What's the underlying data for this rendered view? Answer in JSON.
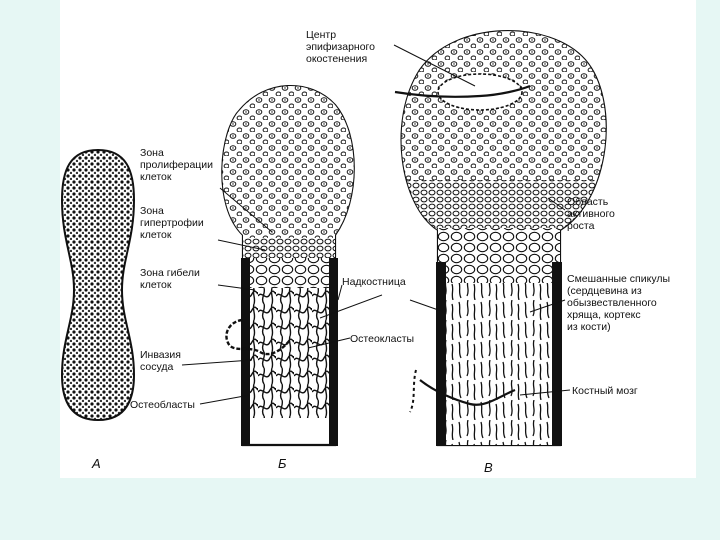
{
  "colors": {
    "background": "#e6f7f4",
    "panel": "#ffffff",
    "ink": "#111111"
  },
  "figures": {
    "a": {
      "letter": "А"
    },
    "b": {
      "letter": "Б",
      "labels": {
        "proliferation": [
          "Зона",
          "пролиферации",
          "клеток"
        ],
        "hypertrophy": [
          "Зона",
          "гипертрофии",
          "клеток"
        ],
        "death": [
          "Зона гибели",
          "клеток"
        ],
        "invasion": [
          "Инвазия",
          "сосуда"
        ],
        "osteoblasts": "Остеобласты",
        "periosteum": "Надкостница",
        "osteoclasts": "Остеокласты"
      }
    },
    "c": {
      "letter": "В",
      "labels": {
        "center": [
          "Центр",
          "эпифизарного",
          "окостенения"
        ],
        "active": [
          "Область",
          "активного",
          "роста"
        ],
        "spicules": [
          "Смешанные спикулы",
          "(сердцевина из",
          "обызвествленного",
          "хряща, кортекс",
          "из кости)"
        ],
        "marrow": "Костный мозг"
      }
    }
  }
}
